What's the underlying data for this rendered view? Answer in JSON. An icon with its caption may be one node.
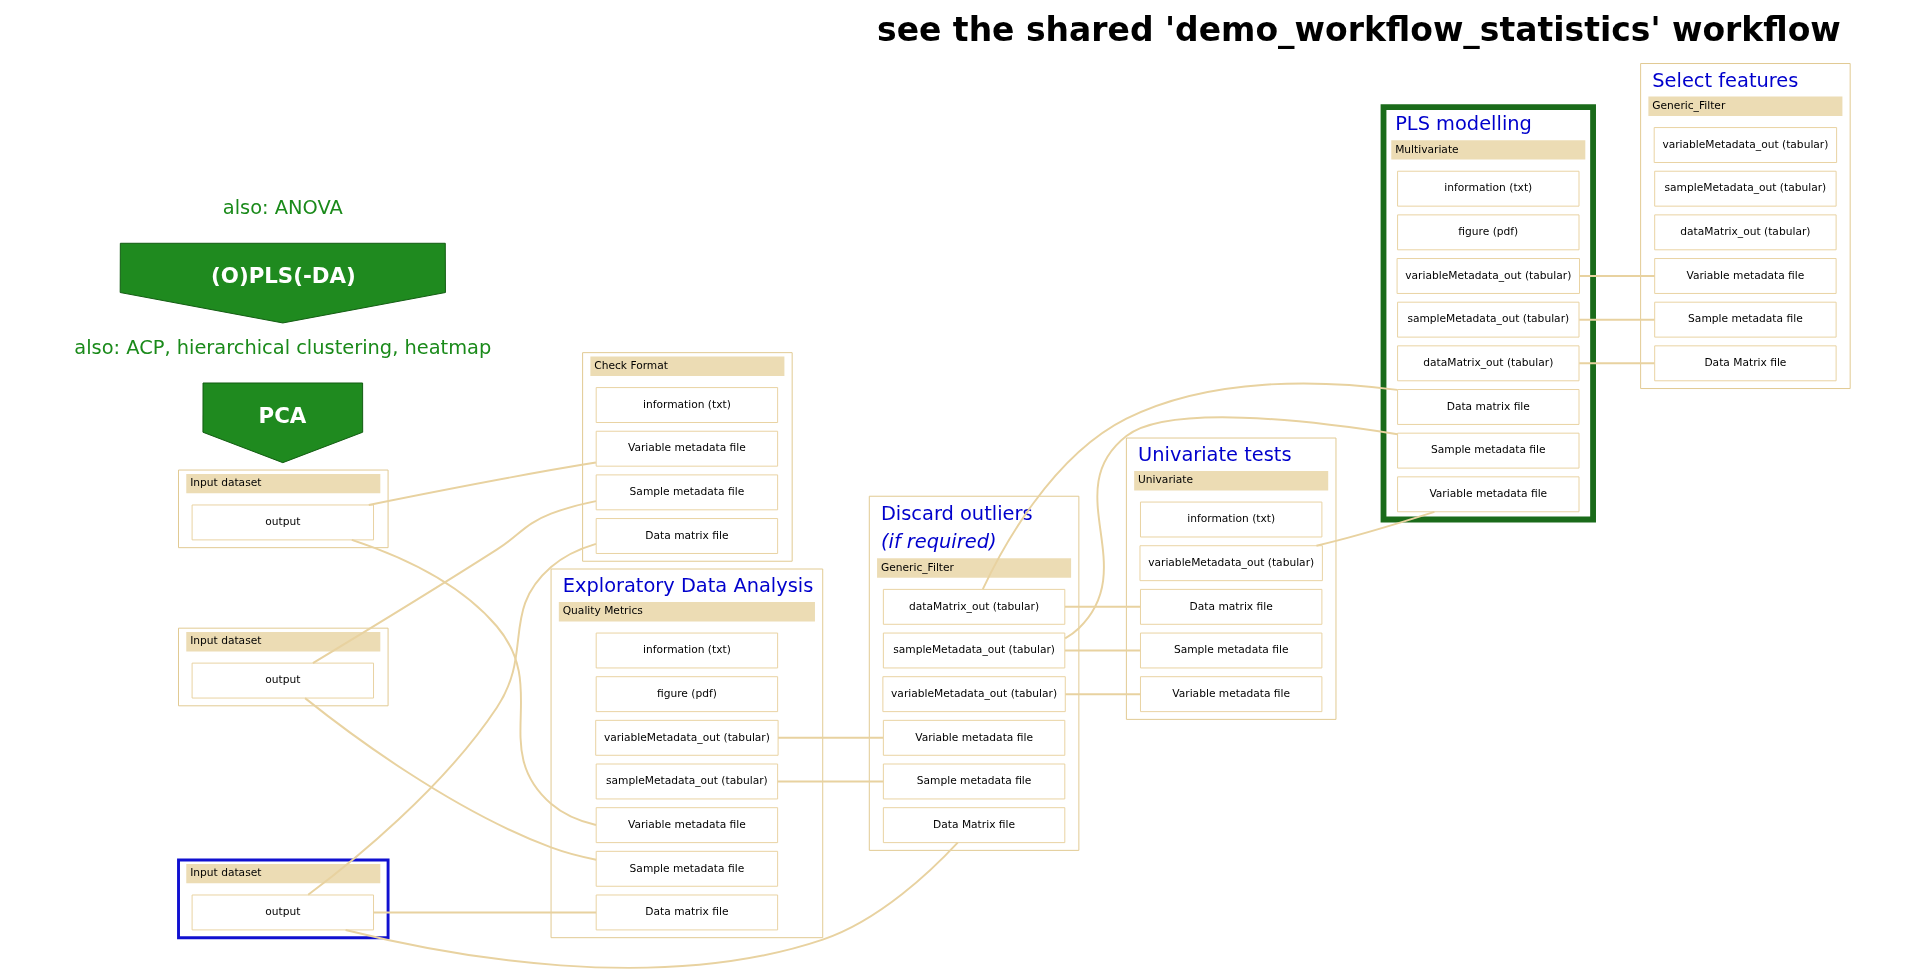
{
  "diagram": {
    "title": "see the shared 'demo_workflow_statistics' workflow",
    "nodes": [
      {
        "text": [
          "Input dataset"
        ]
      },
      {
        "text": [
          "output"
        ],
        "in": 0
      },
      {
        "text": [
          "Input dataset"
        ]
      },
      {
        "text": [
          "output"
        ],
        "in": 2
      },
      {
        "text": [
          "Input dataset"
        ]
      },
      {
        "text": [
          "output"
        ],
        "in": 4
      },
      {
        "text": [
          "Check Format"
        ]
      },
      {
        "text": [
          "Data matrix file"
        ],
        "in": 6
      },
      {
        "text": [
          "Sample metadata file"
        ],
        "in": 6
      },
      {
        "text": [
          "Variable metadata file"
        ],
        "in": 6
      },
      {
        "text": [
          "information (txt)"
        ],
        "in": 6
      },
      {
        "text": [
          "Quality Metrics"
        ],
        "beside": [
          "Exploratory Data Analysis"
        ]
      },
      {
        "text": [
          "Data matrix file"
        ],
        "in": 11
      },
      {
        "text": [
          "Sample metadata file"
        ],
        "in": 11
      },
      {
        "text": [
          "Variable metadata file"
        ],
        "in": 11
      },
      {
        "text": [
          "sampleMetadata_out (tabular)"
        ],
        "in": 11
      },
      {
        "text": [
          "variableMetadata_out (tabular)"
        ],
        "in": 11
      },
      {
        "text": [
          "figure (pdf)"
        ],
        "in": 11
      },
      {
        "text": [
          "information (txt)"
        ],
        "in": 11
      },
      {
        "text": [
          "Generic_Filter"
        ],
        "beside": [
          "Discard outliers",
          "(if required)"
        ]
      },
      {
        "text": [
          "Data Matrix file"
        ],
        "in": 19
      },
      {
        "text": [
          "Sample metadata file"
        ],
        "in": 19
      },
      {
        "text": [
          "Variable metadata file"
        ],
        "in": 19
      },
      {
        "text": [
          "dataMatrix_out (tabular)"
        ],
        "in": 19
      },
      {
        "text": [
          "sampleMetadata_out (tabular)"
        ],
        "in": 19
      },
      {
        "text": [
          "variableMetadata_out (tabular)"
        ],
        "in": 19
      },
      {
        "text": [
          "Univariate"
        ],
        "beside": [
          "Univariate tests"
        ]
      },
      {
        "text": [
          "Data matrix file"
        ],
        "in": 26
      },
      {
        "text": [
          "Sample metadata file"
        ],
        "in": 26
      },
      {
        "text": [
          "Variable metadata file"
        ],
        "in": 26
      },
      {
        "text": [
          "variableMetadata_out (tabular)"
        ],
        "in": 26
      },
      {
        "text": [
          "information (txt)"
        ],
        "in": 26
      },
      {
        "text": [
          "Multivariate"
        ],
        "beside": [
          "PLS modelling"
        ]
      },
      {
        "text": [
          "Data matrix file"
        ],
        "in": 32
      },
      {
        "text": [
          "Sample metadata file"
        ],
        "in": 32
      },
      {
        "text": [
          "Variable metadata file"
        ],
        "in": 32
      },
      {
        "text": [
          "dataMatrix_out (tabular)"
        ],
        "in": 32
      },
      {
        "text": [
          "sampleMetadata_out (tabular)"
        ],
        "in": 32
      },
      {
        "text": [
          "variableMetadata_out (tabular)"
        ],
        "in": 32
      },
      {
        "text": [
          "figure (pdf)"
        ],
        "in": 32
      },
      {
        "text": [
          "information (txt)"
        ],
        "in": 32
      },
      {
        "text": [
          "Generic_Filter"
        ],
        "beside": [
          "Select features"
        ]
      },
      {
        "text": [
          "Data Matrix file"
        ],
        "in": 41
      },
      {
        "text": [
          "Sample metadata file"
        ],
        "in": 41
      },
      {
        "text": [
          "Variable metadata file"
        ],
        "in": 41
      },
      {
        "text": [
          "dataMatrix_out (tabular)"
        ],
        "in": 41
      },
      {
        "text": [
          "sampleMetadata_out (tabular)"
        ],
        "in": 41
      },
      {
        "text": [
          "variableMetadata_out (tabular)"
        ],
        "in": 41
      }
    ],
    "edges": [
      {
        "from": 1,
        "to": 7,
        "arrow": "none"
      },
      {
        "from": 1,
        "to": 12,
        "arrow": "none"
      },
      {
        "from": 1,
        "to": 20,
        "arrow": "none"
      },
      {
        "from": 3,
        "to": 8,
        "arrow": "none"
      },
      {
        "from": 3,
        "to": 13,
        "arrow": "none"
      },
      {
        "from": 5,
        "to": 9,
        "arrow": "none"
      },
      {
        "from": 5,
        "to": 14,
        "arrow": "none"
      },
      {
        "from": 15,
        "to": 21,
        "arrow": "none"
      },
      {
        "from": 16,
        "to": 22,
        "arrow": "none"
      },
      {
        "from": 23,
        "to": 27,
        "arrow": "none"
      },
      {
        "from": 23,
        "to": 33,
        "arrow": "none"
      },
      {
        "from": 24,
        "to": 28,
        "arrow": "none"
      },
      {
        "from": 24,
        "to": 34,
        "arrow": "none"
      },
      {
        "from": 25,
        "to": 29,
        "arrow": "none"
      },
      {
        "from": 30,
        "to": 35,
        "arrow": "none"
      },
      {
        "from": 36,
        "to": 42,
        "arrow": "none"
      },
      {
        "from": 37,
        "to": 43,
        "arrow": "none"
      },
      {
        "from": 38,
        "to": 44,
        "arrow": "none"
      }
    ],
    "labels": [
      "PCA",
      "also: ACP, hierarchical clustering, heatmap",
      "(O)PLS(-DA)",
      "also: ANOVA"
    ]
  }
}
